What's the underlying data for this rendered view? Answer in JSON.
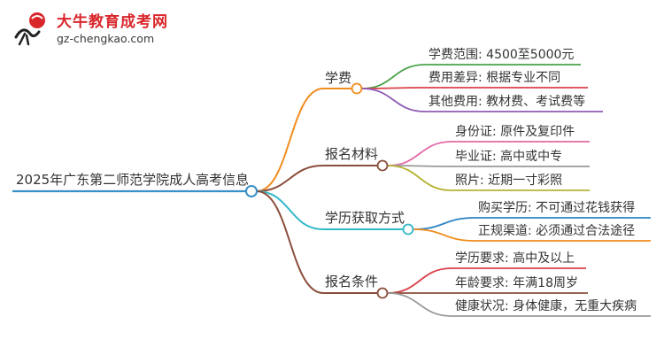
{
  "brand": {
    "logo_text": "大牛教育成考网",
    "url": "gz-chengkao.com"
  },
  "root": {
    "label": "2025年广东第二师范学院成人高考信息",
    "color": "#3a8fc7"
  },
  "branches": [
    {
      "label": "学费",
      "color": "#f08c1e",
      "children": [
        {
          "label": "学费范围: 4500至5000元",
          "color": "#4aa34a"
        },
        {
          "label": "费用差异: 根据专业不同",
          "color": "#d9414a"
        },
        {
          "label": "其他费用: 教材费、考试费等",
          "color": "#8e5bb5"
        }
      ]
    },
    {
      "label": "报名材料",
      "color": "#8a4e3c",
      "children": [
        {
          "label": "身份证: 原件及复印件",
          "color": "#e46aa6"
        },
        {
          "label": "毕业证: 高中或中专",
          "color": "#9a9a9a"
        },
        {
          "label": "照片: 近期一寸彩照",
          "color": "#b7b334"
        }
      ]
    },
    {
      "label": "学历获取方式",
      "color": "#2fb9c9",
      "children": [
        {
          "label": "购买学历: 不可通过花钱获得",
          "color": "#2c82c4"
        },
        {
          "label": "正规渠道: 必须通过合法途径",
          "color": "#f08c1e"
        }
      ]
    },
    {
      "label": "报名条件",
      "color": "#8a4e3c",
      "children": [
        {
          "label": "学历要求: 高中及以上",
          "color": "#d9414a"
        },
        {
          "label": "年龄要求: 年满18周岁",
          "color": "#8a4e3c"
        },
        {
          "label": "健康状况: 身体健康，无重大疾病",
          "color": "#9a9a9a"
        }
      ]
    }
  ]
}
